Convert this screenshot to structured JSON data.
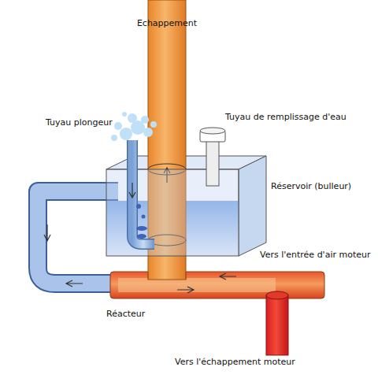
{
  "diagram": {
    "labels": [
      "Echappement",
      "Tuyau plongeur",
      "Tuyau de remplissage d'eau",
      "Réservoir (bulleur)",
      "Vers l'entrée d'air moteur",
      "Réacteur",
      "Vers l'échappement moteur"
    ]
  }
}
